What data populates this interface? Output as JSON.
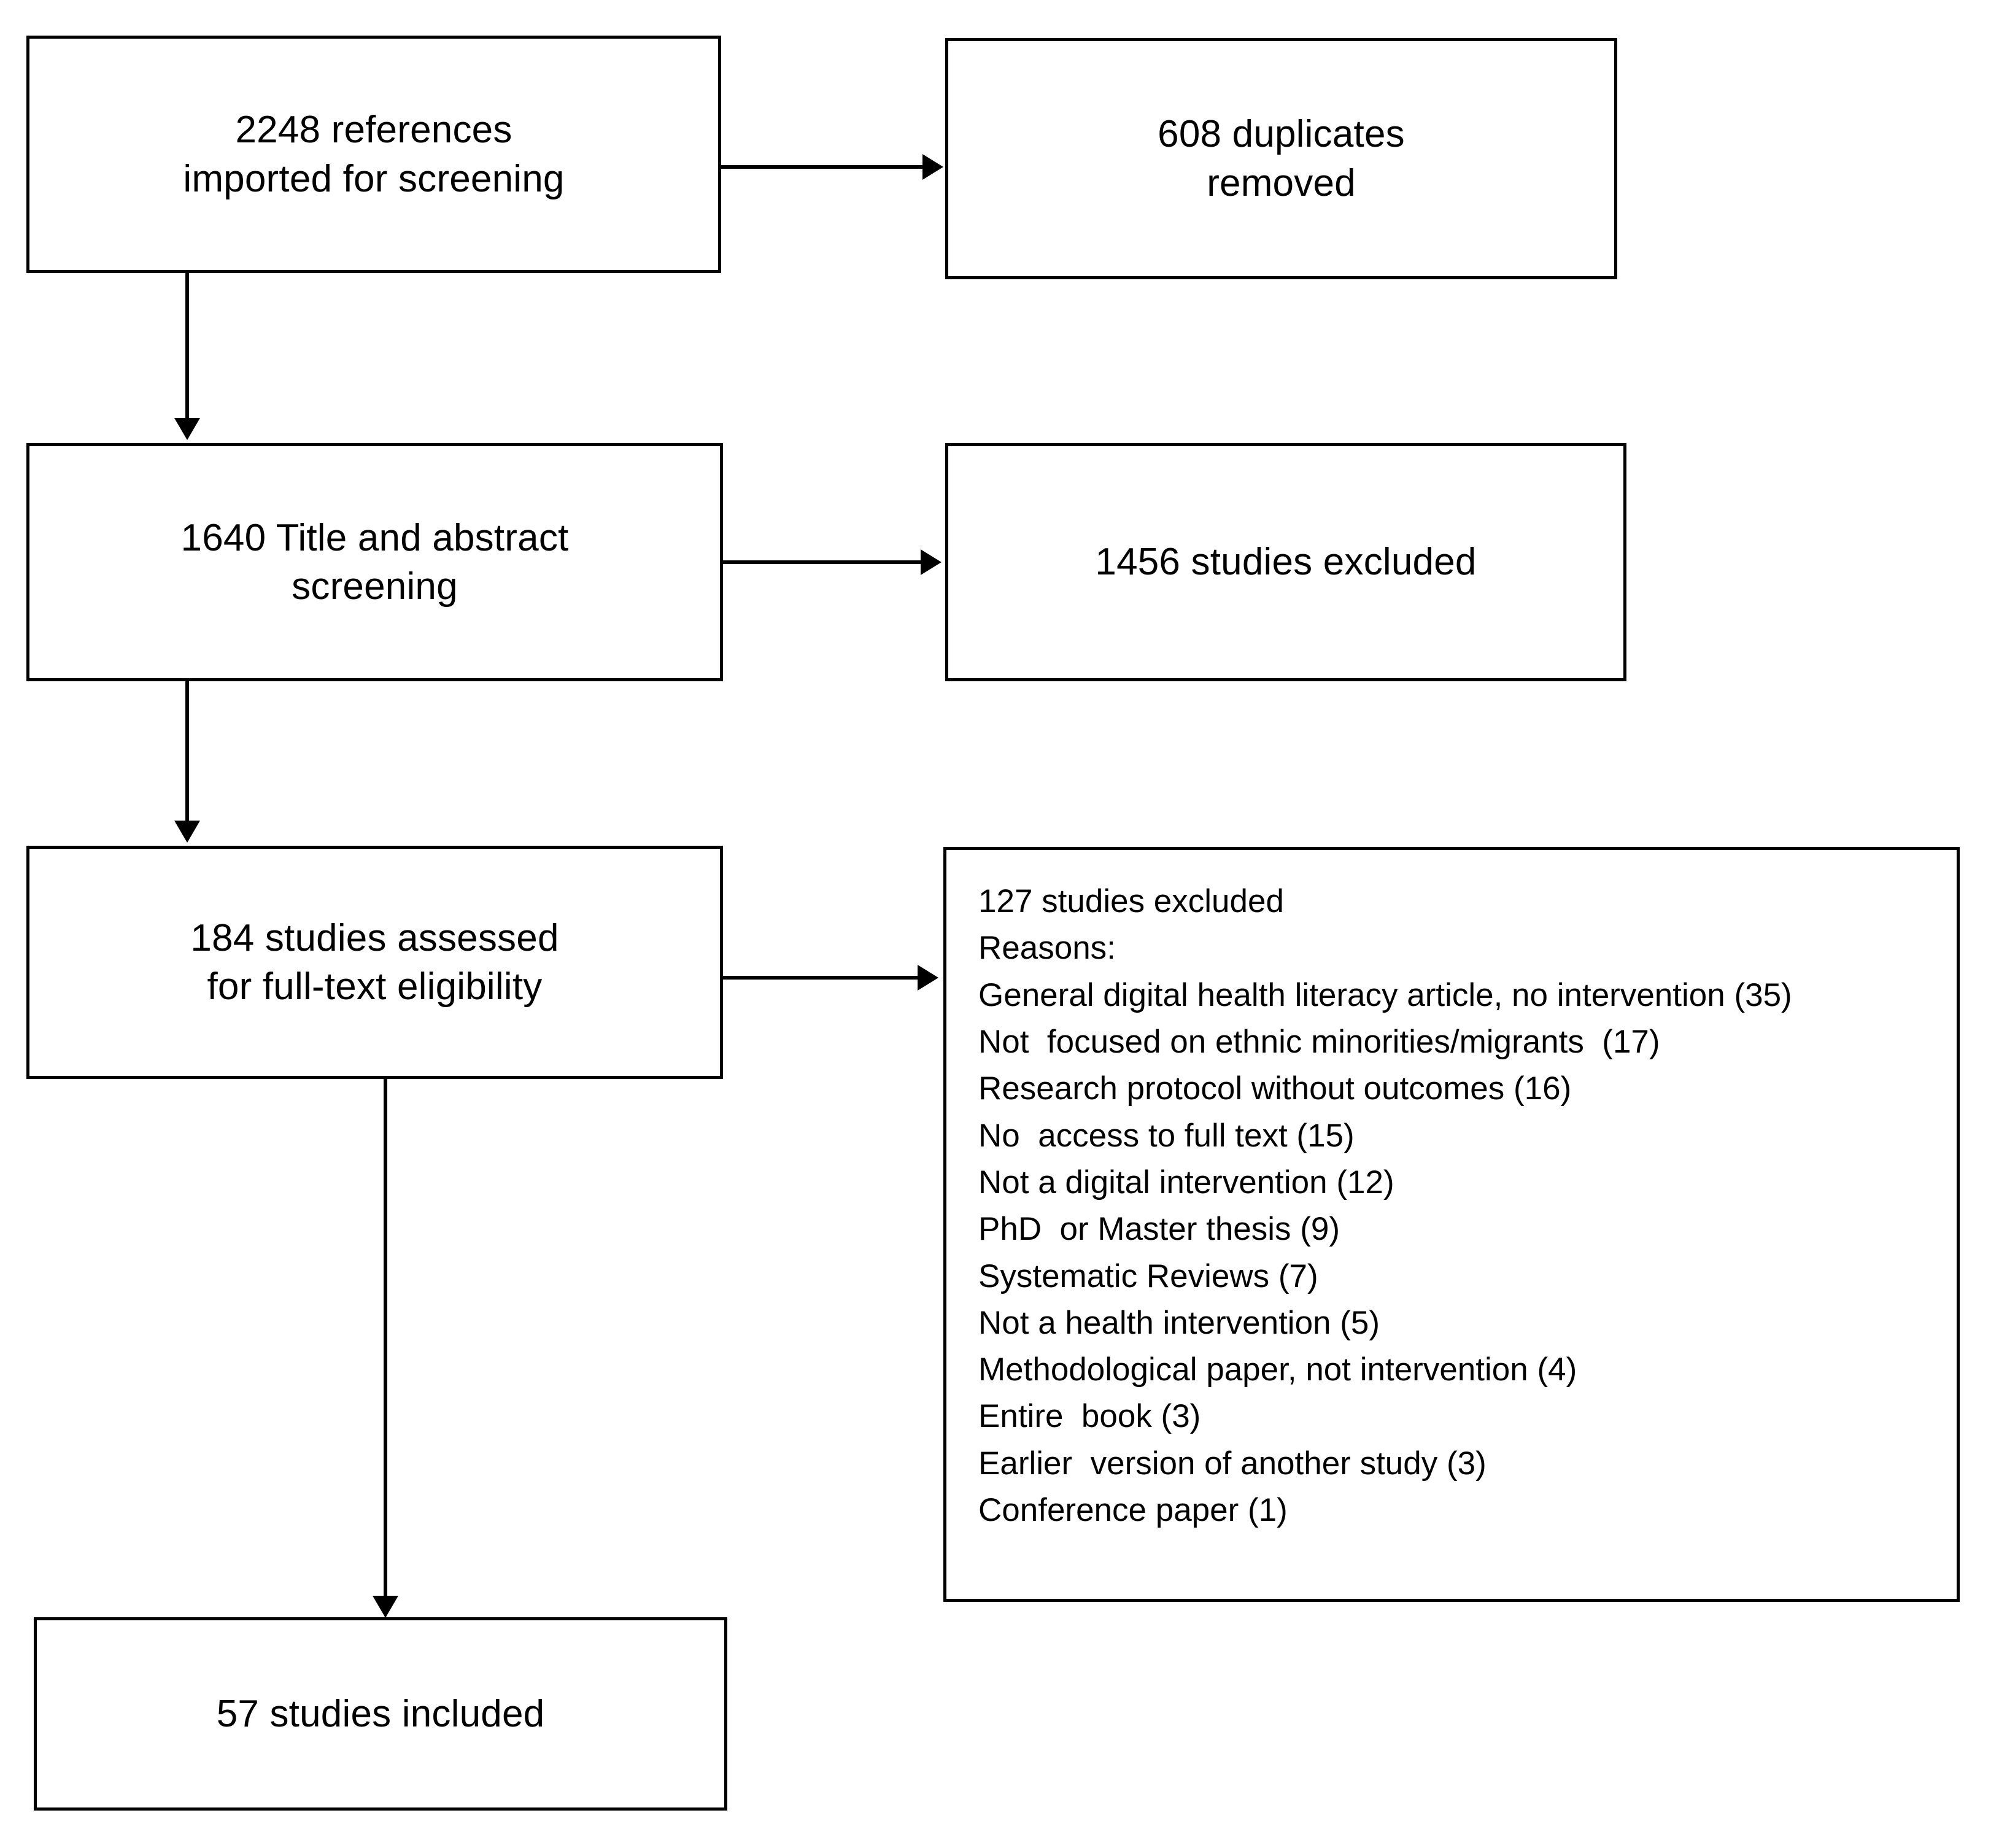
{
  "diagram": {
    "type": "prisma-flow-diagram",
    "title": "PRISMA study selection flow",
    "line_color": "#000000",
    "box_border_color": "#000000",
    "background": "#ffffff"
  },
  "boxes": {
    "imported": {
      "label": "2248 references\nimported for  screening",
      "count": 2248
    },
    "duplicates_removed": {
      "label": "608 duplicates\nremoved",
      "count": 608
    },
    "title_abstract_screening": {
      "label": "1640 Title  and abstract\nscreening",
      "count": 1640
    },
    "excluded_screening": {
      "label": "1456 studies excluded",
      "count": 1456
    },
    "fulltext_assessed": {
      "label": "184 studies assessed\nfor full-text  eligibility",
      "count": 184
    },
    "included": {
      "label": "57 studies included",
      "count": 57
    }
  },
  "exclusion_box": {
    "heading": "127 studies excluded",
    "count": 127,
    "reasons_label": "Reasons:",
    "reasons": [
      {
        "text": "General digital health literacy article, no intervention (35)",
        "n": 35
      },
      {
        "text": "Not  focused on ethnic minorities/migrants  (17)",
        "n": 17
      },
      {
        "text": "Research protocol without outcomes (16)",
        "n": 16
      },
      {
        "text": "No  access to full text (15)",
        "n": 15
      },
      {
        "text": "Not a digital intervention (12)",
        "n": 12
      },
      {
        "text": "PhD  or Master thesis (9)",
        "n": 9
      },
      {
        "text": "Systematic Reviews (7)",
        "n": 7
      },
      {
        "text": "Not a health intervention (5)",
        "n": 5
      },
      {
        "text": "Methodological paper, not intervention (4)",
        "n": 4
      },
      {
        "text": "Entire  book (3)",
        "n": 3
      },
      {
        "text": "Earlier  version of another study (3)",
        "n": 3
      },
      {
        "text": "Conference paper (1)",
        "n": 1
      }
    ]
  },
  "connectors": [
    {
      "from": "imported",
      "to": "duplicates_removed",
      "direction": "right"
    },
    {
      "from": "imported",
      "to": "title_abstract_screening",
      "direction": "down"
    },
    {
      "from": "title_abstract_screening",
      "to": "excluded_screening",
      "direction": "right"
    },
    {
      "from": "title_abstract_screening",
      "to": "fulltext_assessed",
      "direction": "down"
    },
    {
      "from": "fulltext_assessed",
      "to": "exclusion_box",
      "direction": "right"
    },
    {
      "from": "fulltext_assessed",
      "to": "included",
      "direction": "down"
    }
  ]
}
